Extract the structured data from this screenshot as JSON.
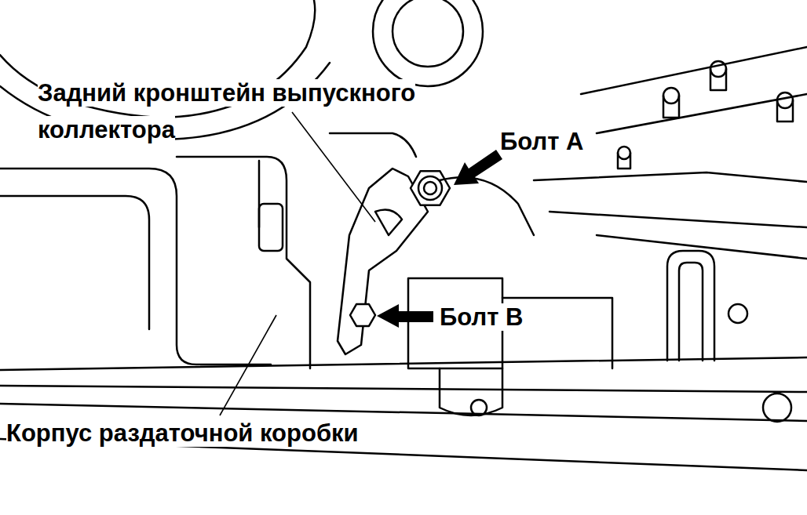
{
  "diagram": {
    "labels": [
      "Задний кронштейн выпускного коллектора",
      "Болт A",
      "Болт B",
      "Корпус раздаточной коробки"
    ]
  }
}
